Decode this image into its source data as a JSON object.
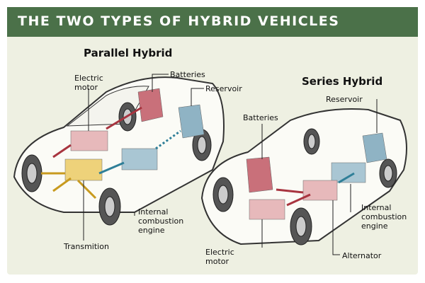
{
  "title": "THE TWO TYPES OF HYBRID VEHICLES",
  "parallel": {
    "title": "Parallel Hybrid",
    "labels": {
      "electric_motor": "Electric motor",
      "batteries": "Batteries",
      "reservoir": "Reservoir",
      "engine": "Internal combustion engine",
      "transmission": "Transmition"
    }
  },
  "series": {
    "title": "Series Hybrid",
    "labels": {
      "reservoir": "Reservoir",
      "batteries": "Batteries",
      "engine": "Internal combustion engine",
      "electric_motor": "Electric motor",
      "alternator": "Alternator"
    }
  },
  "colors": {
    "header": "#4b7149",
    "battery": "#c9707a",
    "engine": "#8fb3c4",
    "transmission": "#e8c35a",
    "arrow_red": "#a8343f",
    "arrow_blue": "#2f7f98",
    "arrow_gold": "#c89a1e"
  }
}
